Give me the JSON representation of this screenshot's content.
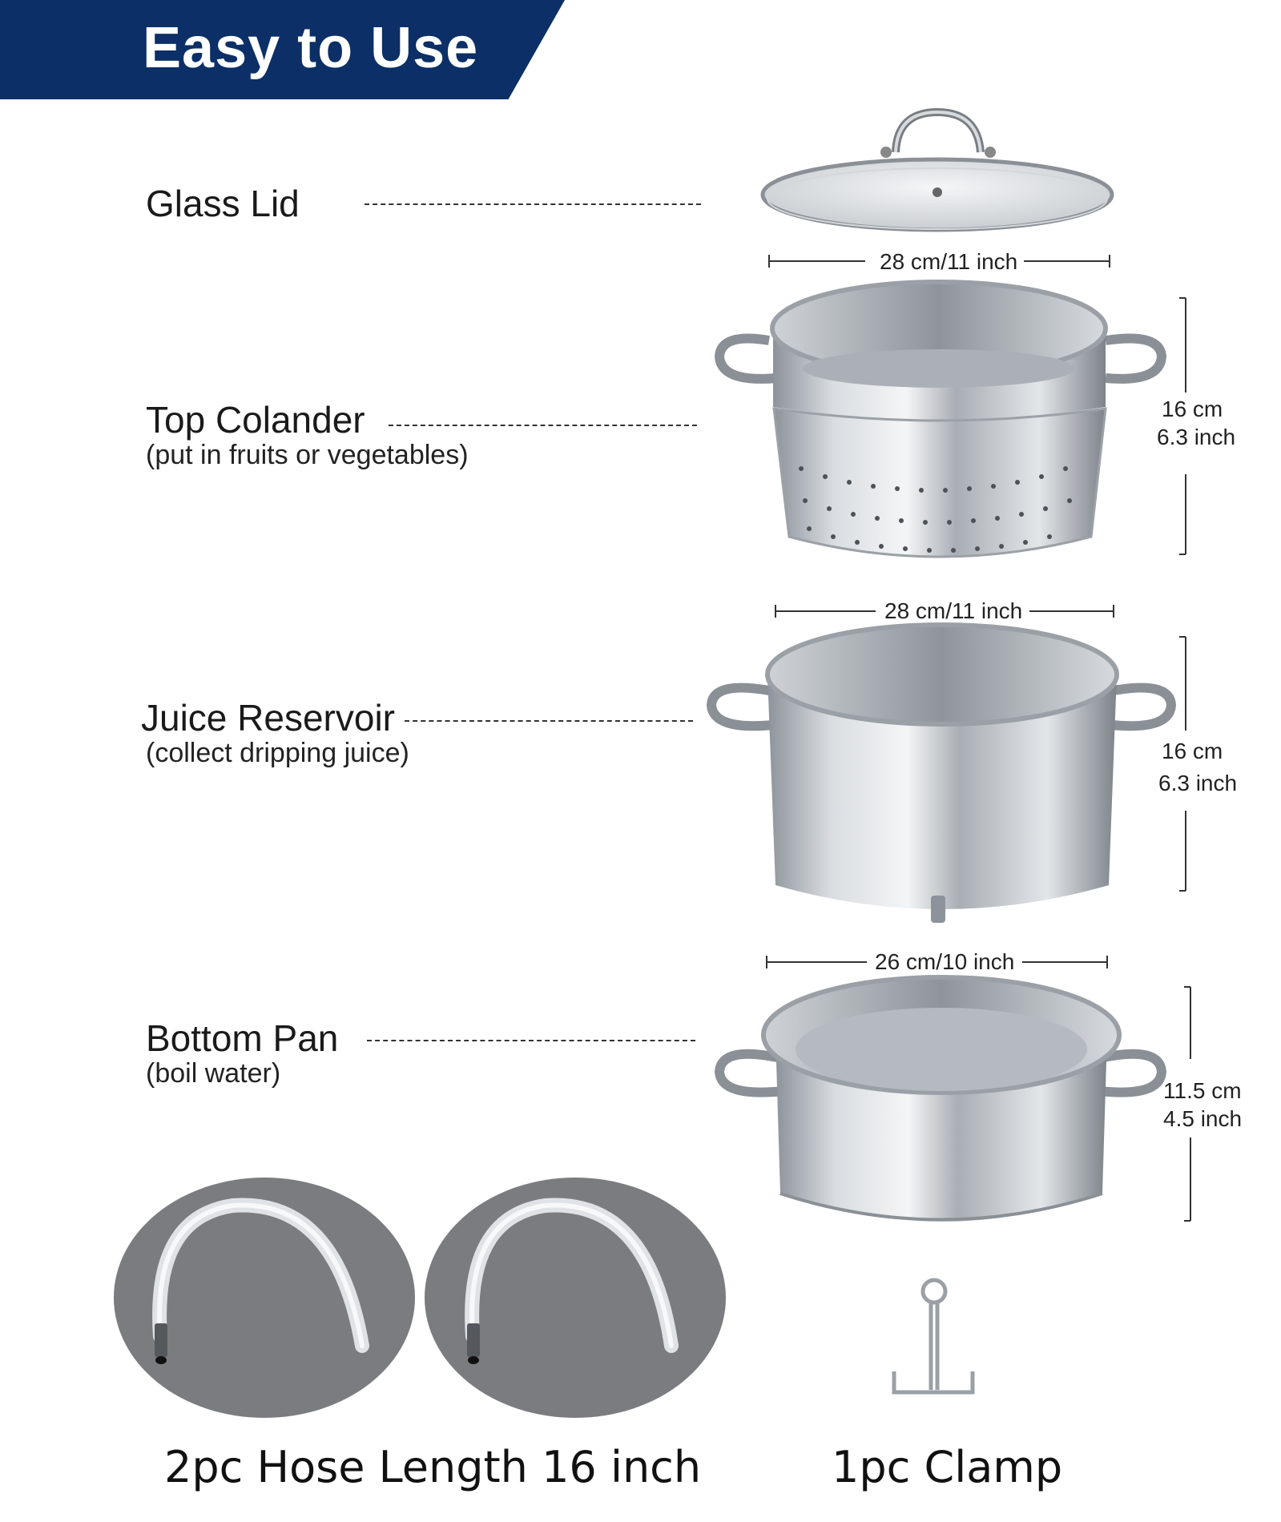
{
  "banner": {
    "title": "Easy to Use",
    "color": "#0b2f66"
  },
  "parts": [
    {
      "name": "Glass Lid",
      "note": ""
    },
    {
      "name": "Top Colander",
      "note": "(put in fruits or vegetables)"
    },
    {
      "name": "Juice Reservoir",
      "note": "(collect dripping juice)"
    },
    {
      "name": "Bottom Pan",
      "note": "(boil water)"
    }
  ],
  "dimensions": {
    "colander_width": "28 cm/11 inch",
    "colander_height_cm": "16 cm",
    "colander_height_in": "6.3 inch",
    "reservoir_width": "28 cm/11 inch",
    "reservoir_height_cm": "16 cm",
    "reservoir_height_in": "6.3 inch",
    "pan_width": "26 cm/10 inch",
    "pan_height_cm": "11.5 cm",
    "pan_height_in": "4.5 inch"
  },
  "accessories": {
    "hose_caption": "2pc Hose Length 16 inch",
    "clamp_caption": "1pc Clamp"
  },
  "colors": {
    "steel": "#b9bec4",
    "steel_dark": "#6f757c",
    "disc": "#7a7c80"
  }
}
